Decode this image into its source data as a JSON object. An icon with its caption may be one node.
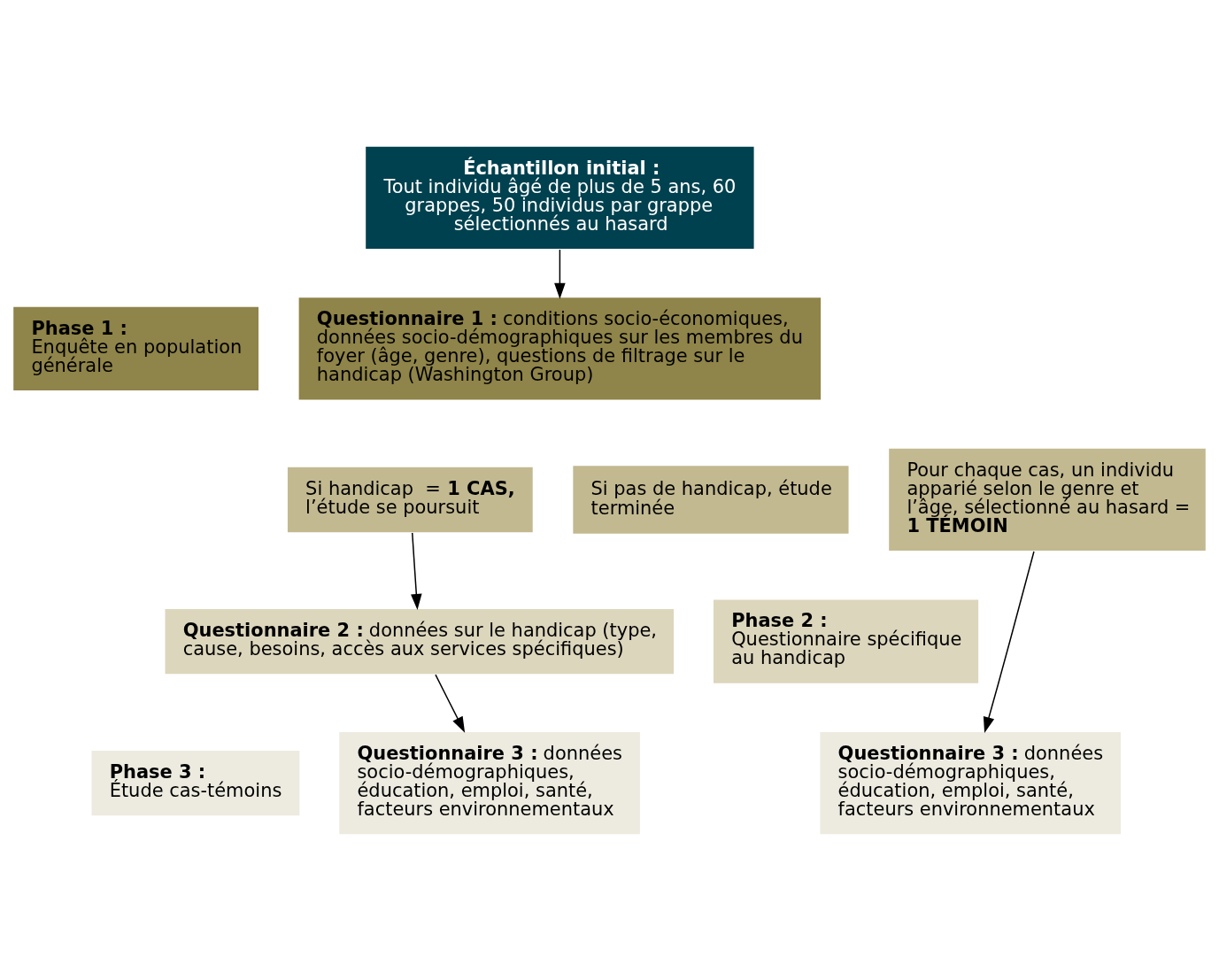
{
  "diagram": {
    "nodes": [
      {
        "text": [
          "Échantillon initial :",
          "Tout individu âgé de plus de 5 ans, 60 grappes, 50 individus par grappe sélectionnés au hasard"
        ]
      },
      {
        "text": [
          "Phase 1 :",
          "Enquête en population générale"
        ]
      },
      {
        "text": [
          "**Questionnaire 1 :** conditions socio-économiques, données socio-démographiques sur les membres du foyer (âge, genre), questions de filtrage sur le handicap (Washington Group)"
        ]
      },
      {
        "text": [
          "Si handicap  = **1 CAS,** l’étude se poursuit"
        ]
      },
      {
        "text": [
          "Si pas de handicap, étude terminée"
        ]
      },
      {
        "text": [
          "Pour chaque cas, un individu apparié selon le genre et l’âge, sélectionné au hasard = **1 TÉMOIN**"
        ]
      },
      {
        "text": [
          "Phase 2 :",
          "Questionnaire spécifique au handicap"
        ]
      },
      {
        "text": [
          "**Questionnaire 2 :** données sur le handicap (type, cause, besoins, accès aux services spécifiques)"
        ]
      },
      {
        "text": [
          "Phase 3 :",
          "Étude cas-témoins"
        ]
      },
      {
        "text": [
          "**Questionnaire 3 :** données socio-démographiques, éducation, emploi, santé, facteurs environnementaux"
        ]
      },
      {
        "text": [
          "**Questionnaire 3 :** données socio-démographiques, éducation, emploi, santé, facteurs environnementaux"
        ]
      }
    ],
    "edges": [
      {
        "from": 0,
        "to": 2,
        "arrow": "to"
      },
      {
        "from": 3,
        "to": 7,
        "arrow": "to"
      },
      {
        "from": 7,
        "to": 9,
        "arrow": "to"
      },
      {
        "from": 5,
        "to": 10,
        "arrow": "to"
      }
    ]
  }
}
